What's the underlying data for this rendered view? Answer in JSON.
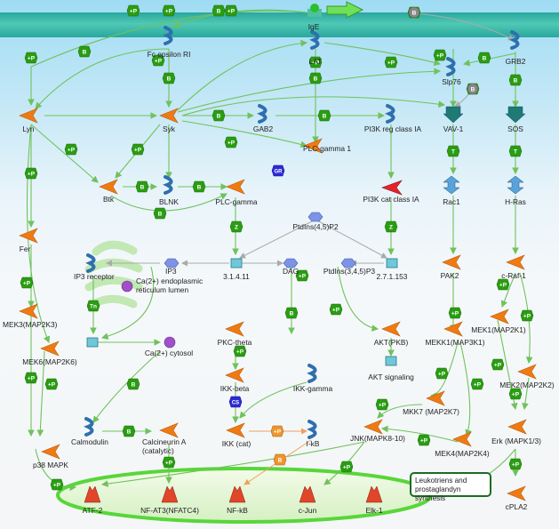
{
  "labels": {
    "ige": "IgE",
    "fc_epsilon_ri": "Fc epsilon RI",
    "lat": "LAT",
    "grb2": "GRB2",
    "slp76": "Slp76",
    "lyn": "Lyn",
    "syk": "Syk",
    "gab2": "GAB2",
    "pi3k_reg": "PI3K reg class IA",
    "vav1": "VAV-1",
    "sos": "SOS",
    "plc_gamma1": "PLC-gamma 1",
    "btk": "Btk",
    "blnk": "BLNK",
    "plc_gamma": "PLC-gamma",
    "pi3k_cat": "PI3K cat class IA",
    "rac1": "Rac1",
    "h_ras": "H-Ras",
    "fer": "Fer",
    "ptdins45p2": "PtdIns(4,5)P2",
    "ip3_receptor": "IP3 receptor",
    "ip3": "IP3",
    "enzyme_3_1_4_11": "3.1.4.11",
    "dag": "DAG",
    "ptdins345p3": "PtdIns(3,4,5)P3",
    "enzyme_2_7_1_153": "2.7.1.153",
    "pak2": "PAK2",
    "c_raf1": "c-Raf-1",
    "ca_er": "Ca(2+) endoplasmic reticulum lumen",
    "mek3": "MEK3(MAP2K3)",
    "mek6": "MEK6(MAP2K6)",
    "ca_cytosol": "Ca(2+) cytosol",
    "pkc_theta": "PKC-theta",
    "akt": "AKT(PKB)",
    "mekk1": "MEKK1(MAP3K1)",
    "mek1": "MEK1(MAP2K1)",
    "mek2": "MEK2(MAP2K2)",
    "akt_signaling": "AKT signaling",
    "ikk_beta": "IKK-beta",
    "ikk_gamma": "IKK-gamma",
    "mkk7": "MKK7 (MAP2K7)",
    "calmodulin": "Calmodulin",
    "calcineurin": "Calcineurin A (catalytic)",
    "ikk_cat": "IKK (cat)",
    "ikb": "I-kB",
    "jnk": "JNK(MAPK8-10)",
    "mek4": "MEK4(MAP2K4)",
    "erk": "Erk (MAPK1/3)",
    "p38": "p38 MAPK",
    "atf2": "ATF-2",
    "nfat3": "NF-AT3(NFATC4)",
    "nfkb": "NF-kB",
    "cjun": "c-Jun",
    "elk1": "Elk-1",
    "cpla2": "cPLA2",
    "leukotrienes": "Leukotriens and prostaglandyn synthesis"
  },
  "edge_symbols": {
    "binding": "B",
    "phosphorylation": "+P",
    "transformation": "T",
    "transport": "Tn",
    "catalysis": "Z",
    "gr": "GR",
    "cs": "CS"
  },
  "colors": {
    "membrane": "#2aa79e",
    "arrow": "#6fc25c",
    "edge_badge": "#2a9d12",
    "protein": "#f07a12",
    "nucleus": "#6fdc4a",
    "metabolite": "#7c93e6",
    "inhibition_badge": "#f0952c"
  }
}
